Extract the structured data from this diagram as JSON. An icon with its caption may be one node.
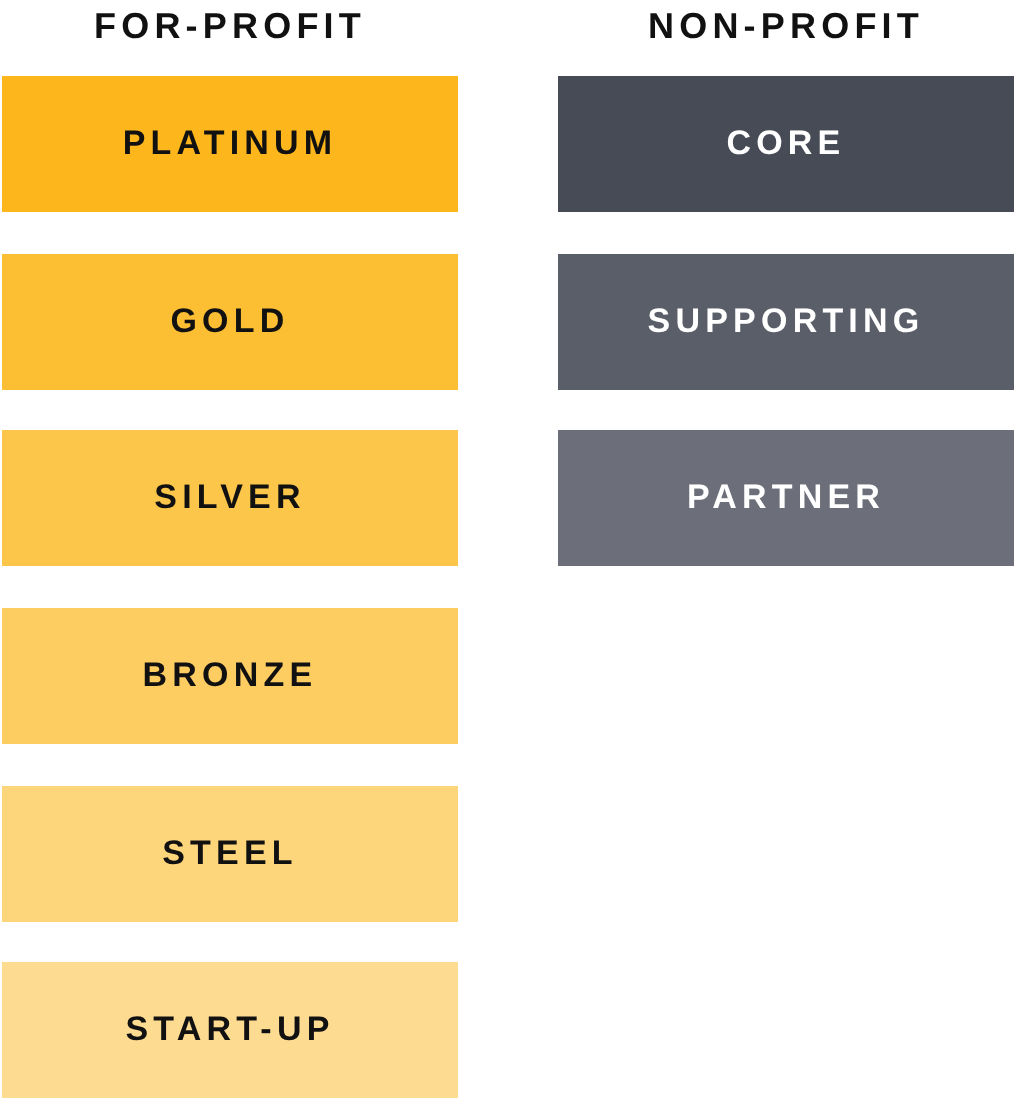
{
  "diagram": {
    "nodes": [
      {
        "text": [
          "PLATINUM"
        ]
      },
      {
        "text": [
          "GOLD"
        ]
      },
      {
        "text": [
          "SILVER"
        ]
      },
      {
        "text": [
          "BRONZE"
        ]
      },
      {
        "text": [
          "STEEL"
        ]
      },
      {
        "text": [
          "START-UP"
        ]
      },
      {
        "text": [
          "CORE"
        ]
      },
      {
        "text": [
          "SUPPORTING"
        ]
      },
      {
        "text": [
          "PARTNER"
        ]
      }
    ],
    "labels": [
      "FOR-PROFIT",
      "NON-PROFIT"
    ]
  }
}
